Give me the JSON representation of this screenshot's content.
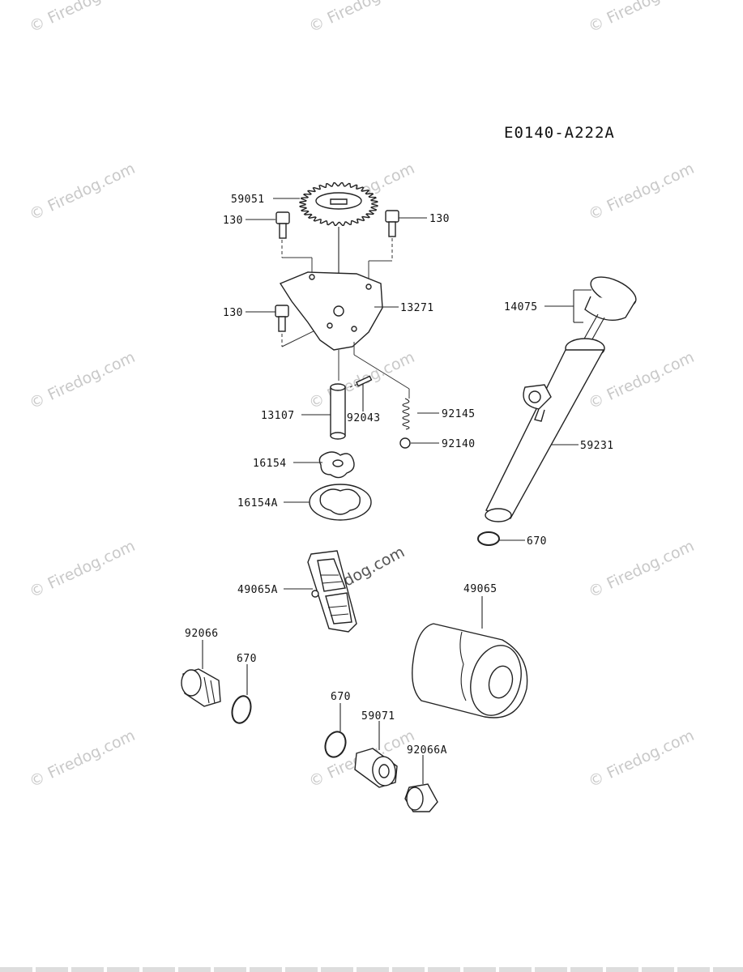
{
  "diagram_code": "E0140-A222A",
  "watermark_text": "© Firedog.com",
  "watermark_center_text": "Firedog.com",
  "labels": {
    "gear": "59051",
    "bolt_left_top": "130",
    "bolt_right_top": "130",
    "bolt_left_mid": "130",
    "pump_cover": "13271",
    "dipstick_cap": "14075",
    "shaft": "13107",
    "pin": "92043",
    "spring": "92145",
    "ball": "92140",
    "dipstick_tube": "59231",
    "inner_rotor": "16154",
    "outer_rotor": "16154A",
    "oring_tube": "670",
    "screen": "49065A",
    "filter": "49065",
    "plug_left": "92066",
    "oring_left": "670",
    "oring_center": "670",
    "fitting": "59071",
    "plug_center": "92066A"
  }
}
